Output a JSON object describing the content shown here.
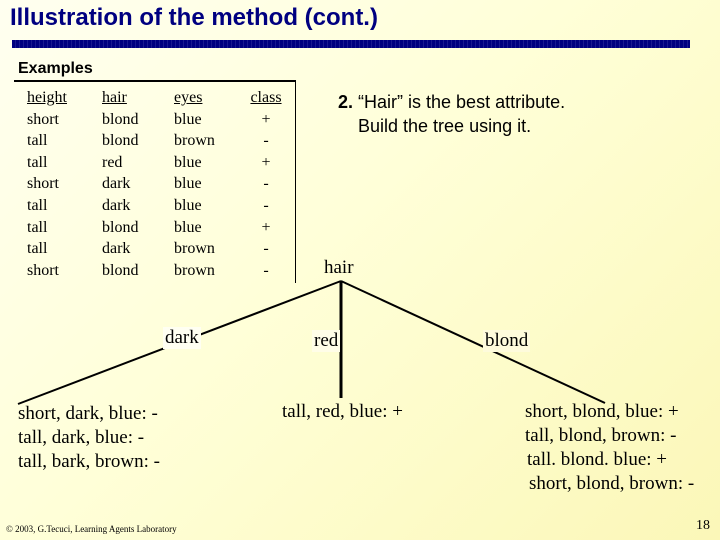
{
  "title": "Illustration of the method (cont.)",
  "examples_label": "Examples",
  "examples_table": {
    "headers": [
      "height",
      "hair",
      "eyes",
      "class"
    ],
    "rows": [
      [
        "short",
        "blond",
        "blue",
        "+"
      ],
      [
        "tall",
        "blond",
        "brown",
        "-"
      ],
      [
        "tall",
        "red",
        "blue",
        "+"
      ],
      [
        "short",
        "dark",
        "blue",
        "-"
      ],
      [
        "tall",
        "dark",
        "blue",
        "-"
      ],
      [
        "tall",
        "blond",
        "blue",
        "+"
      ],
      [
        "tall",
        "dark",
        "brown",
        "-"
      ],
      [
        "short",
        "blond",
        "brown",
        "-"
      ]
    ]
  },
  "note": {
    "number": "2.",
    "line1": "“Hair” is the best attribute.",
    "line2": "Build the tree using it."
  },
  "tree": {
    "root": "hair",
    "branches": {
      "dark": {
        "label": "dark",
        "examples": [
          "short, dark, blue: -",
          "tall, dark, blue: -",
          "tall, bark, brown: -"
        ]
      },
      "red": {
        "label": "red",
        "examples": [
          "tall, red, blue: +"
        ]
      },
      "blond": {
        "label": "blond",
        "examples": [
          "short, blond, blue: +",
          "tall, blond, brown: -",
          "tall. blond. blue: +",
          "short, blond, brown: -"
        ]
      }
    }
  },
  "footer": "© 2003, G.Tecuci, Learning Agents Laboratory",
  "page_number": "18"
}
